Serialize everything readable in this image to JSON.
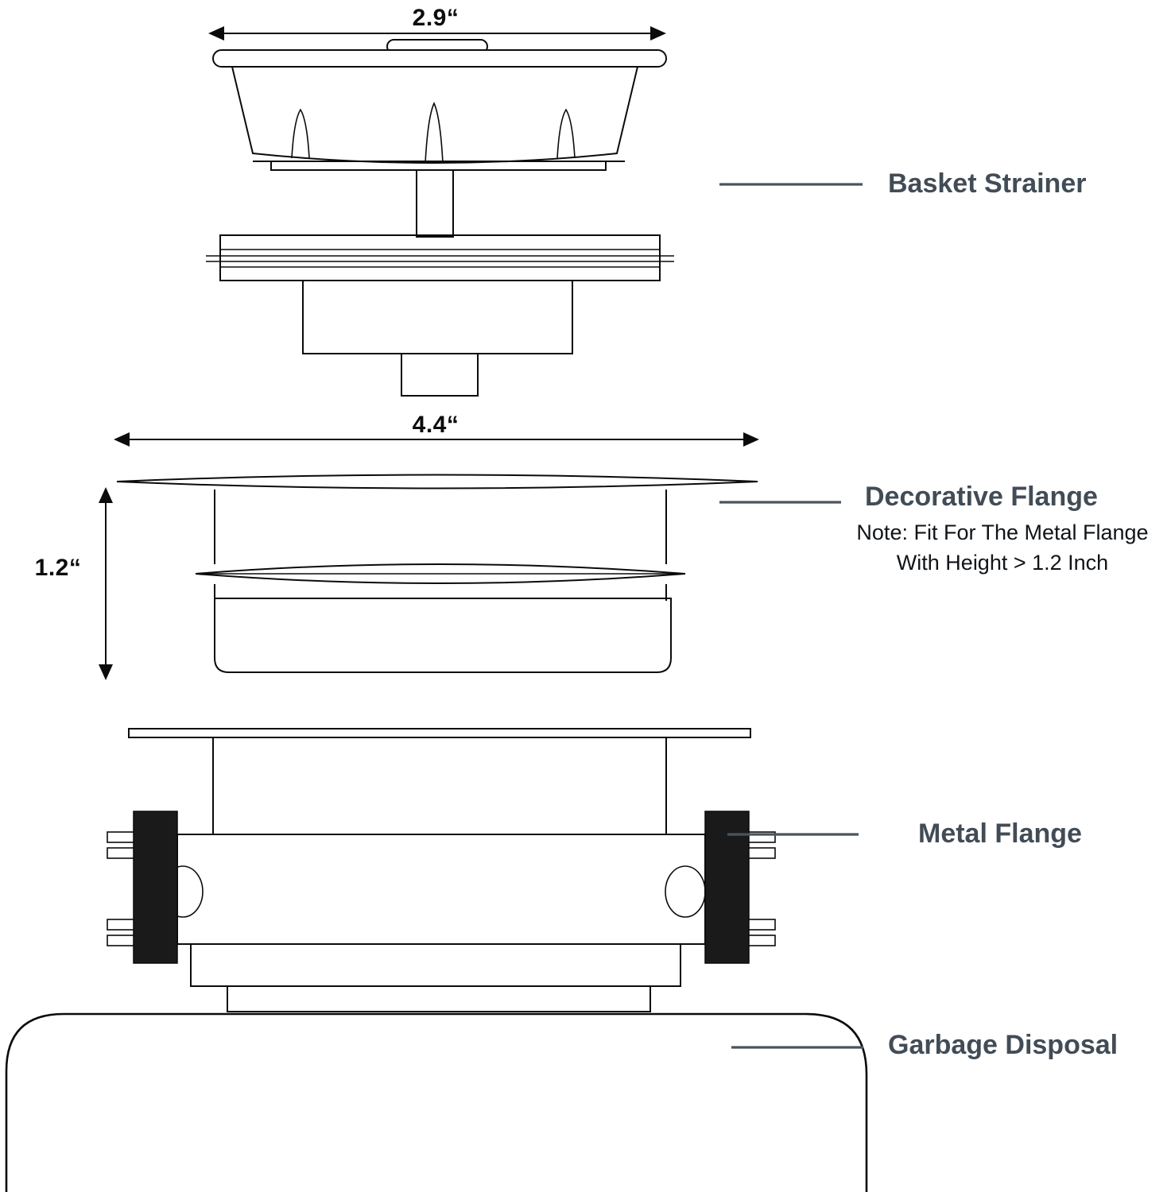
{
  "colors": {
    "line": "#0b0b0b",
    "label": "#424c56",
    "leader": "#4a545e",
    "black_fill": "#1a1a1a"
  },
  "dimensions": {
    "basket_width": "2.9“",
    "flange_width": "4.4“",
    "flange_height": "1.2“"
  },
  "labels": {
    "basket_strainer": "Basket Strainer",
    "decorative_flange": "Decorative Flange",
    "metal_flange": "Metal Flange",
    "garbage_disposal": "Garbage Disposal"
  },
  "note": {
    "line1": "Note: Fit For The Metal Flange",
    "line2": "With Height > 1.2 Inch"
  }
}
